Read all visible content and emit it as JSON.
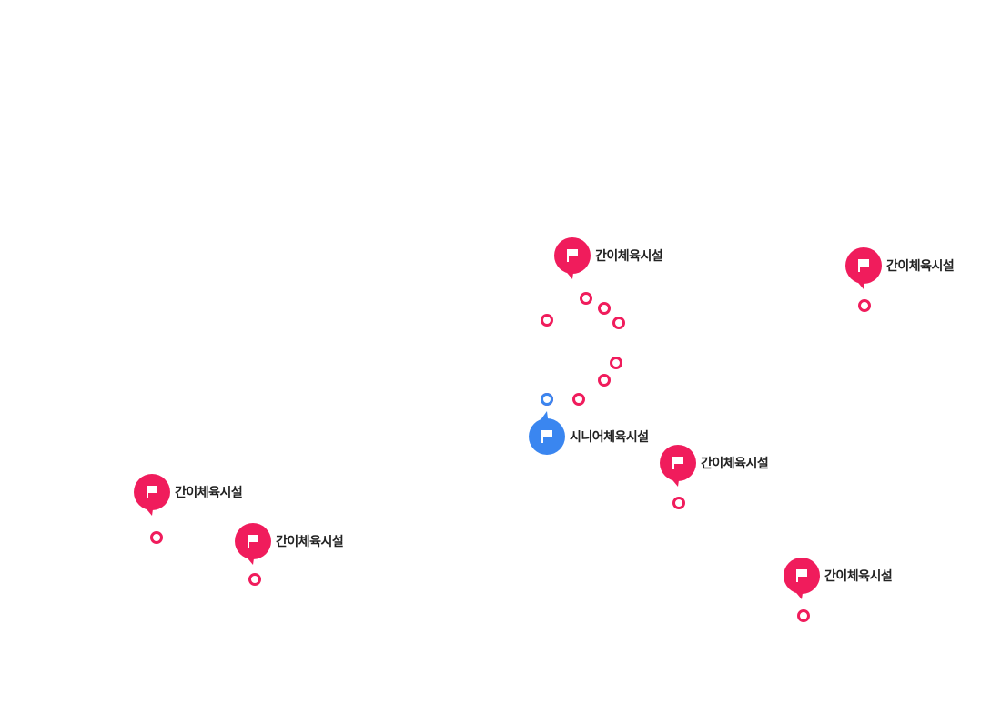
{
  "colors": {
    "facility": "#f01c5c",
    "senior": "#3a86f0",
    "label_text": "#222222"
  },
  "markers": [
    {
      "label": "간이체육시설",
      "type": "facility",
      "icon": "flag-icon",
      "tail": "bottom-left"
    },
    {
      "label": "간이체육시설",
      "type": "facility",
      "icon": "flag-icon",
      "tail": "bottom-left"
    },
    {
      "label": "간이체육시설",
      "type": "facility",
      "icon": "flag-icon",
      "tail": "bottom-left"
    },
    {
      "label": "간이체육시설",
      "type": "facility",
      "icon": "flag-icon",
      "tail": "bottom-left"
    },
    {
      "label": "간이체육시설",
      "type": "facility",
      "icon": "flag-icon",
      "tail": "bottom-left"
    },
    {
      "label": "간이체육시설",
      "type": "facility",
      "icon": "flag-icon",
      "tail": "bottom-left"
    },
    {
      "label": "시니어체육시설",
      "type": "senior",
      "icon": "flag-icon",
      "tail": "top-left"
    }
  ],
  "points": [
    {
      "type": "facility"
    },
    {
      "type": "facility"
    },
    {
      "type": "facility"
    },
    {
      "type": "facility"
    },
    {
      "type": "facility"
    },
    {
      "type": "facility"
    },
    {
      "type": "facility"
    },
    {
      "type": "facility"
    },
    {
      "type": "facility"
    },
    {
      "type": "facility"
    },
    {
      "type": "facility"
    },
    {
      "type": "facility"
    },
    {
      "type": "facility"
    },
    {
      "type": "senior"
    }
  ]
}
